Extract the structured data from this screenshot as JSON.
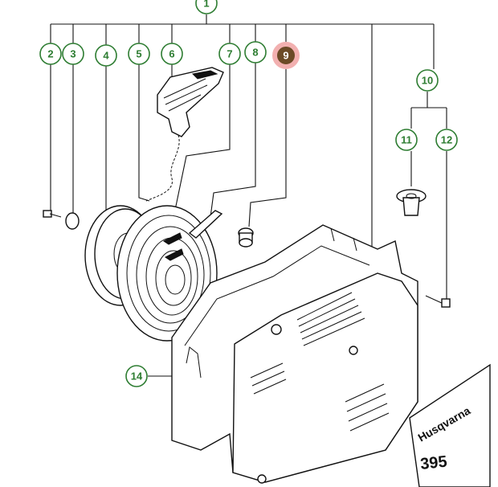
{
  "callouts": [
    {
      "id": "1",
      "label": "1",
      "highlighted": false
    },
    {
      "id": "2",
      "label": "2",
      "highlighted": false
    },
    {
      "id": "3",
      "label": "3",
      "highlighted": false
    },
    {
      "id": "4",
      "label": "4",
      "highlighted": false
    },
    {
      "id": "5",
      "label": "5",
      "highlighted": false
    },
    {
      "id": "6",
      "label": "6",
      "highlighted": false
    },
    {
      "id": "7",
      "label": "7",
      "highlighted": false
    },
    {
      "id": "8",
      "label": "8",
      "highlighted": false
    },
    {
      "id": "9",
      "label": "9",
      "highlighted": true
    },
    {
      "id": "10",
      "label": "10",
      "highlighted": false
    },
    {
      "id": "11",
      "label": "11",
      "highlighted": false
    },
    {
      "id": "12",
      "label": "12",
      "highlighted": false
    },
    {
      "id": "14",
      "label": "14",
      "highlighted": false
    }
  ],
  "decal": {
    "brand": "Husqvarna",
    "model": "395"
  },
  "colors": {
    "callout_green": "#2e7d32",
    "highlight_fill": "#6b4a26",
    "highlight_ring": "#f2b0b0"
  }
}
